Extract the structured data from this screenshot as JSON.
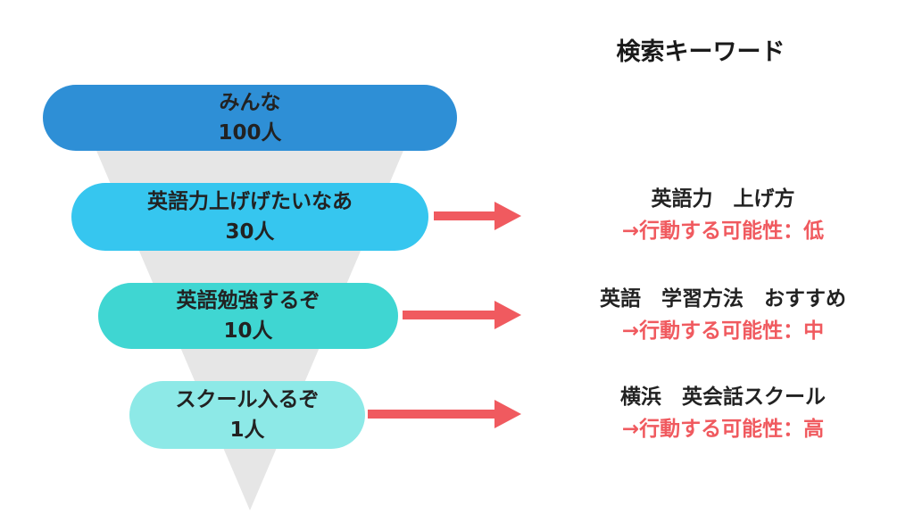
{
  "heading": "検索キーワード",
  "colors": {
    "funnel": "#e6e6e6",
    "arrow": "#f05a5f",
    "note_text": "#f05a5f",
    "stage_1": "#2e8fd6",
    "stage_2": "#36c6ef",
    "stage_3": "#3fd6d2",
    "stage_4": "#8de9e7"
  },
  "stages": [
    {
      "label": "みんな",
      "count": "100人"
    },
    {
      "label": "英語力上げげたいなあ",
      "count": "30人"
    },
    {
      "label": "英語勉強するぞ",
      "count": "10人"
    },
    {
      "label": "スクール入るぞ",
      "count": "1人"
    }
  ],
  "keywords": [
    {
      "term": "英語力　上げ方",
      "note": "→行動する可能性：低"
    },
    {
      "term": "英語　学習方法　おすすめ",
      "note": "→行動する可能性：中"
    },
    {
      "term": "横浜　英会話スクール",
      "note": "→行動する可能性：高"
    }
  ]
}
